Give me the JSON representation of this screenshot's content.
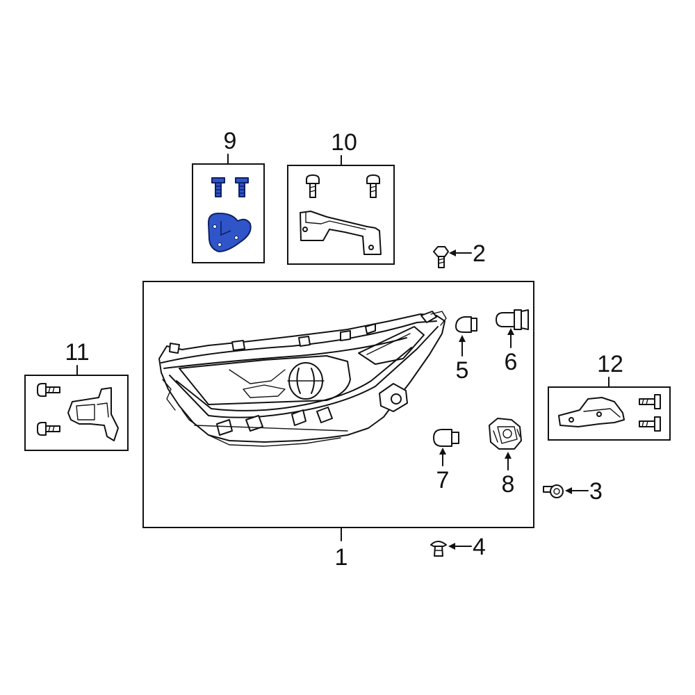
{
  "diagram": {
    "callouts": {
      "c1": "1",
      "c2": "2",
      "c3": "3",
      "c4": "4",
      "c5": "5",
      "c6": "6",
      "c7": "7",
      "c8": "8",
      "c9": "9",
      "c10": "10",
      "c11": "11",
      "c12": "12"
    },
    "colors": {
      "highlight": "#2f55c8",
      "line": "#111111",
      "background": "#ffffff"
    }
  }
}
